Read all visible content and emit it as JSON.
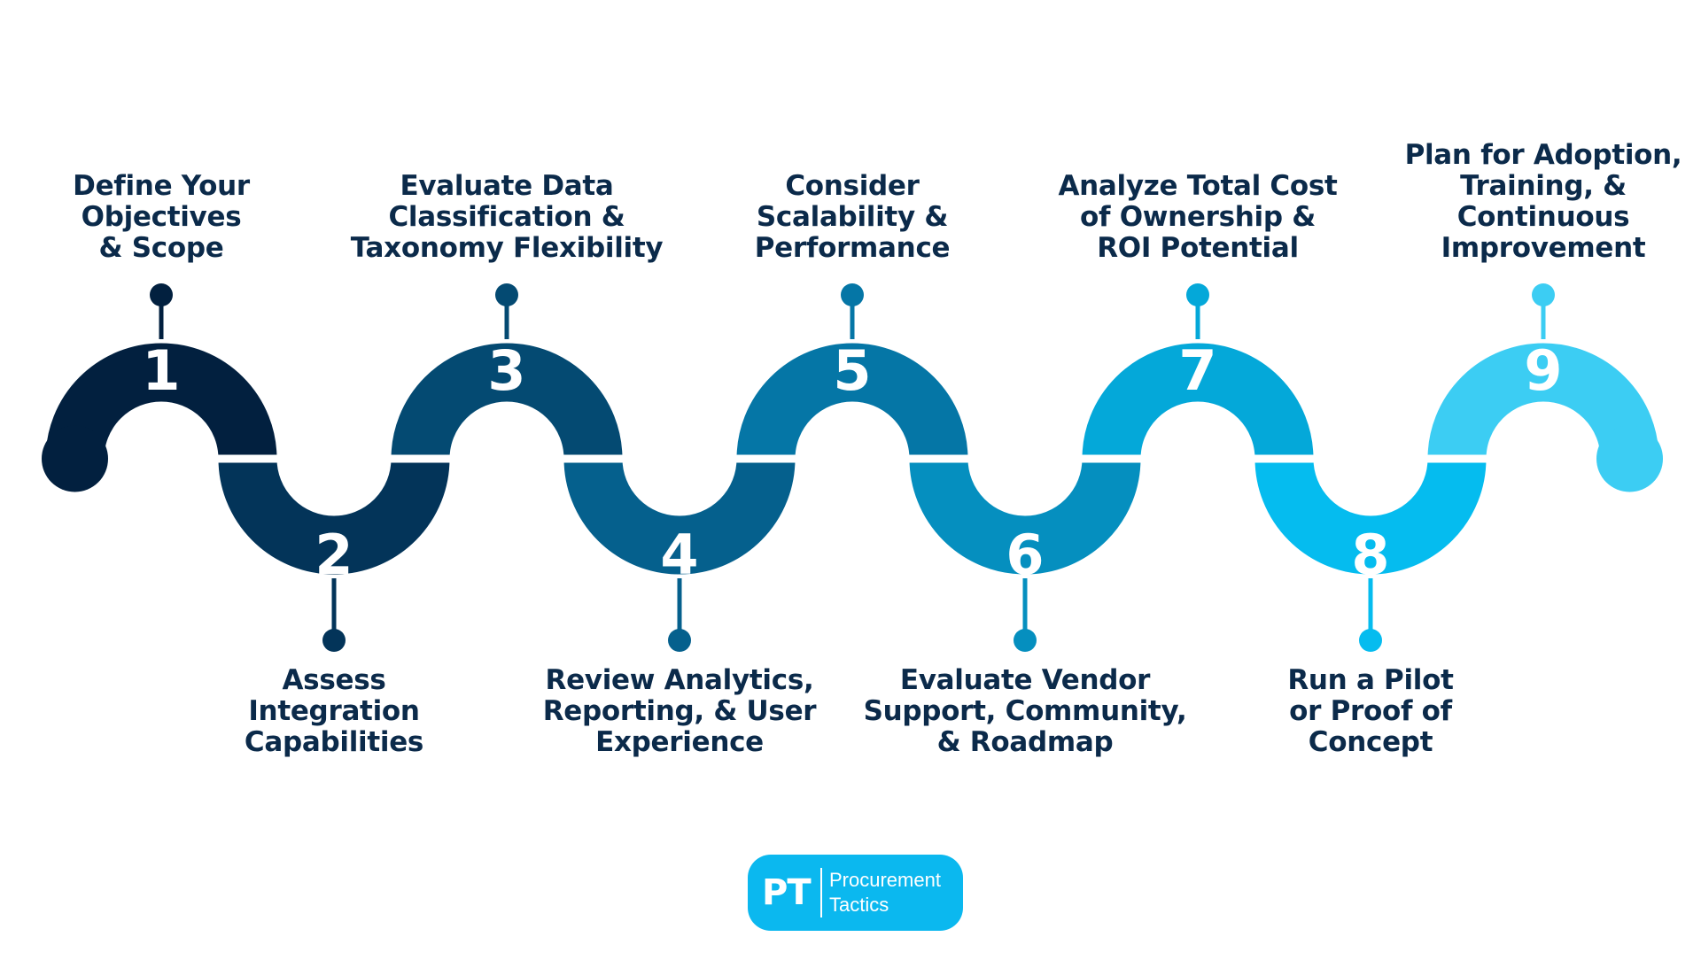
{
  "steps": [
    {
      "number": "1",
      "label": "Define Your\nObjectives\n& Scope",
      "position": "top",
      "color": "#02203f"
    },
    {
      "number": "2",
      "label": "Assess\nIntegration\nCapabilities",
      "position": "bottom",
      "color": "#033459"
    },
    {
      "number": "3",
      "label": "Evaluate Data\nClassification &\nTaxonomy Flexibility",
      "position": "top",
      "color": "#044a72"
    },
    {
      "number": "4",
      "label": "Review Analytics,\nReporting, & User\nExperience",
      "position": "bottom",
      "color": "#05608d"
    },
    {
      "number": "5",
      "label": "Consider\nScalability &\nPerformance",
      "position": "top",
      "color": "#0576a6"
    },
    {
      "number": "6",
      "label": "Evaluate Vendor\nSupport, Community,\n& Roadmap",
      "position": "bottom",
      "color": "#058fbf"
    },
    {
      "number": "7",
      "label": "Analyze Total Cost\nof Ownership &\nROI Potential",
      "position": "top",
      "color": "#04a8d9"
    },
    {
      "number": "8",
      "label": "Run a Pilot\nor Proof of\nConcept",
      "position": "bottom",
      "color": "#05bcef"
    },
    {
      "number": "9",
      "label": "Plan for Adoption,\nTraining, &\nContinuous\nImprovement",
      "position": "top",
      "color": "#3ccdf3"
    }
  ],
  "logo": {
    "mark": "PT",
    "line1": "Procurement",
    "line2": "Tactics",
    "color": "#0bb8ef"
  },
  "text_color": "#0b2a4a"
}
